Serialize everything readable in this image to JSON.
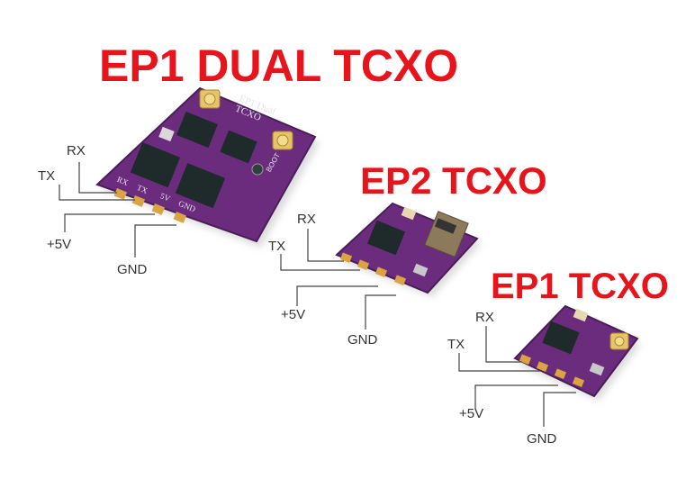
{
  "titles": {
    "ep1_dual": "EP1 DUAL TCXO",
    "ep2": "EP2 TCXO",
    "ep1": "EP1  TCXO"
  },
  "pin_labels": {
    "rx": "RX",
    "tx": "TX",
    "v5": "+5V",
    "gnd": "GND"
  },
  "silkscreen": {
    "board_name": "EP1 Dual TCXO",
    "boot": "BOOT",
    "pads": [
      "RX",
      "TX",
      "5V",
      "GND"
    ]
  },
  "colors": {
    "title_red": "#e8141c",
    "pcb_purple": "#6b2c7e",
    "pad_gold": "#d9a441",
    "chip_black": "#1f2a2a"
  }
}
